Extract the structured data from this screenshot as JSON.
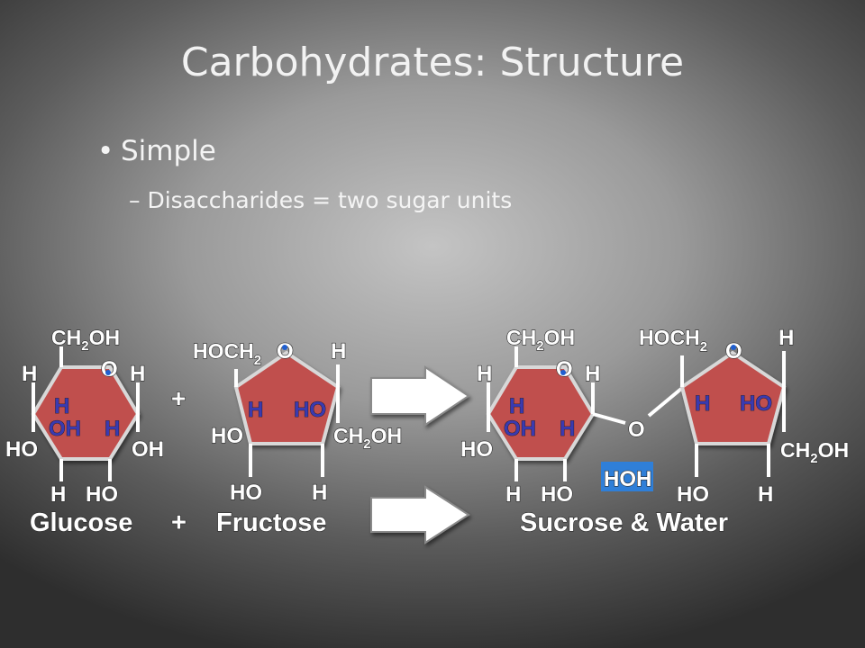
{
  "slide": {
    "title": "Carbohydrates: Structure",
    "bullet": "Simple",
    "sub_bullet": "– Disaccharides = two sugar units"
  },
  "diagram": {
    "glucose": {
      "ch2oh": "CH",
      "sub2": "2",
      "oh_suffix": "OH",
      "ring_o": "O",
      "h_left": "H",
      "h_right": "H",
      "h_in": "H",
      "oh_in": "OH",
      "h_in2": "H",
      "ho_left": "HO",
      "oh_right": "OH",
      "h_bottom": "H",
      "ho_bottom": "HO",
      "name": "Glucose"
    },
    "plus_top": "+",
    "plus_bottom": "+",
    "fructose": {
      "hoch": "HOCH",
      "sub2": "2",
      "ring_o": "O",
      "h_top": "H",
      "h_in": "H",
      "ho_in": "HO",
      "ho_left": "HO",
      "ch2oh": "CH",
      "sub2b": "2",
      "oh_suffix": "OH",
      "ho_bottom": "HO",
      "h_bottom": "H",
      "name": "Fructose"
    },
    "sucrose": {
      "ch2oh": "CH",
      "sub2": "2",
      "oh_suffix": "OH",
      "ring_o": "O",
      "h_left": "H",
      "h_right": "H",
      "h_in": "H",
      "oh_in": "OH",
      "h_in2": "H",
      "ho_left": "HO",
      "h_bottom": "H",
      "ho_bottom": "HO",
      "bridge_o": "O",
      "hoch": "HOCH",
      "sub2b": "2",
      "ring_o2": "O",
      "h_top2": "H",
      "h_in3": "H",
      "ho_in2": "HO",
      "ch2oh2": "CH",
      "sub2c": "2",
      "oh_suffix2": "OH",
      "ho_bottom2": "HO",
      "h_bottom2": "H",
      "water": "HOH",
      "name": "Sucrose & Water"
    },
    "colors": {
      "ring_fill": "#c0504d",
      "water_highlight": "#2f7fd8",
      "arrow_fill": "#ffffff"
    }
  }
}
